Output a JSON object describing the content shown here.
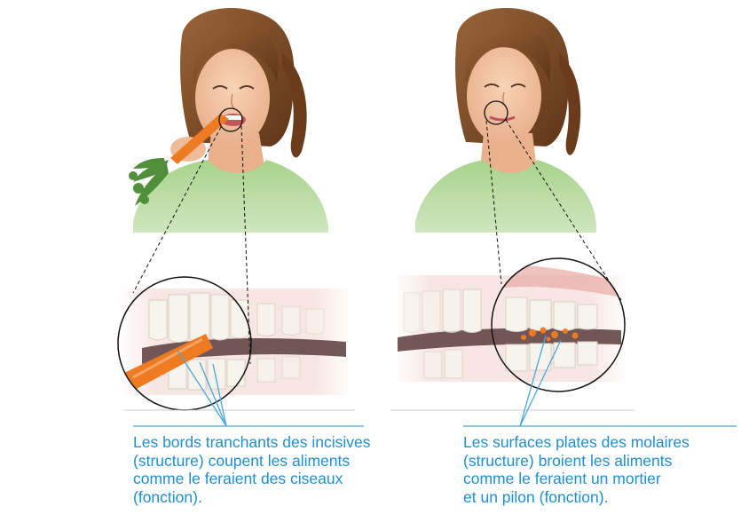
{
  "captions": {
    "left": [
      "Les bords tranchants des incisives",
      "(structure) coupent les aliments",
      "comme le feraient des ciseaux",
      "(fonction)."
    ],
    "right": [
      "Les surfaces plates des molaires",
      "(structure) broient les aliments",
      "comme le feraient un mortier",
      "et un pilon (fonction)."
    ]
  },
  "colors": {
    "caption_text": "#1f8fd0",
    "leader_lines": "#4aa6dc",
    "shirt": "#9ccb7f",
    "skin": "#f2c3a0",
    "hair": "#7a4a2a",
    "carrot": "#ee7a22",
    "gum": "#e9a9a4",
    "tooth": "#f7f4ee"
  }
}
